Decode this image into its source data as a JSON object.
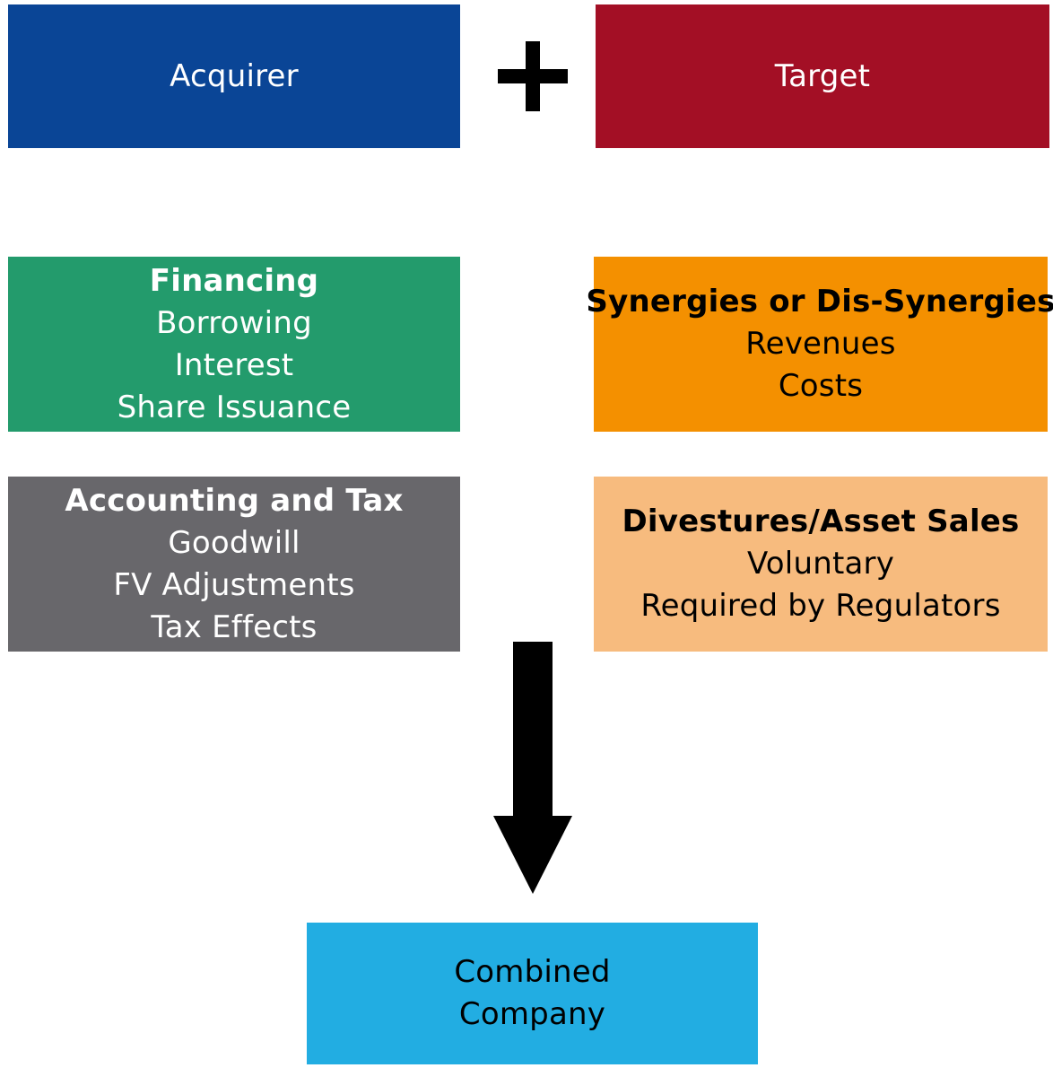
{
  "acquirer": {
    "label": "Acquirer"
  },
  "target": {
    "label": "Target"
  },
  "financing": {
    "title": "Financing",
    "items": [
      "Borrowing",
      "Interest",
      "Share Issuance"
    ]
  },
  "synergies": {
    "title": "Synergies or Dis-Synergies",
    "items": [
      "Revenues",
      "Costs"
    ]
  },
  "accounting": {
    "title": "Accounting and Tax",
    "items": [
      "Goodwill",
      "FV Adjustments",
      "Tax Effects"
    ]
  },
  "divestures": {
    "title": "Divestures/Asset Sales",
    "items": [
      "Voluntary",
      "Required by Regulators"
    ]
  },
  "combined": {
    "lines": [
      "Combined",
      "Company"
    ]
  },
  "icons": {
    "plus": "plus-icon",
    "arrow": "down-arrow-icon"
  },
  "colors": {
    "acquirer": "#0a4596",
    "target": "#a30f25",
    "financing": "#239b6c",
    "synergies": "#f49000",
    "accounting": "#68676b",
    "divestures": "#f7bb7e",
    "combined": "#22ade2"
  }
}
